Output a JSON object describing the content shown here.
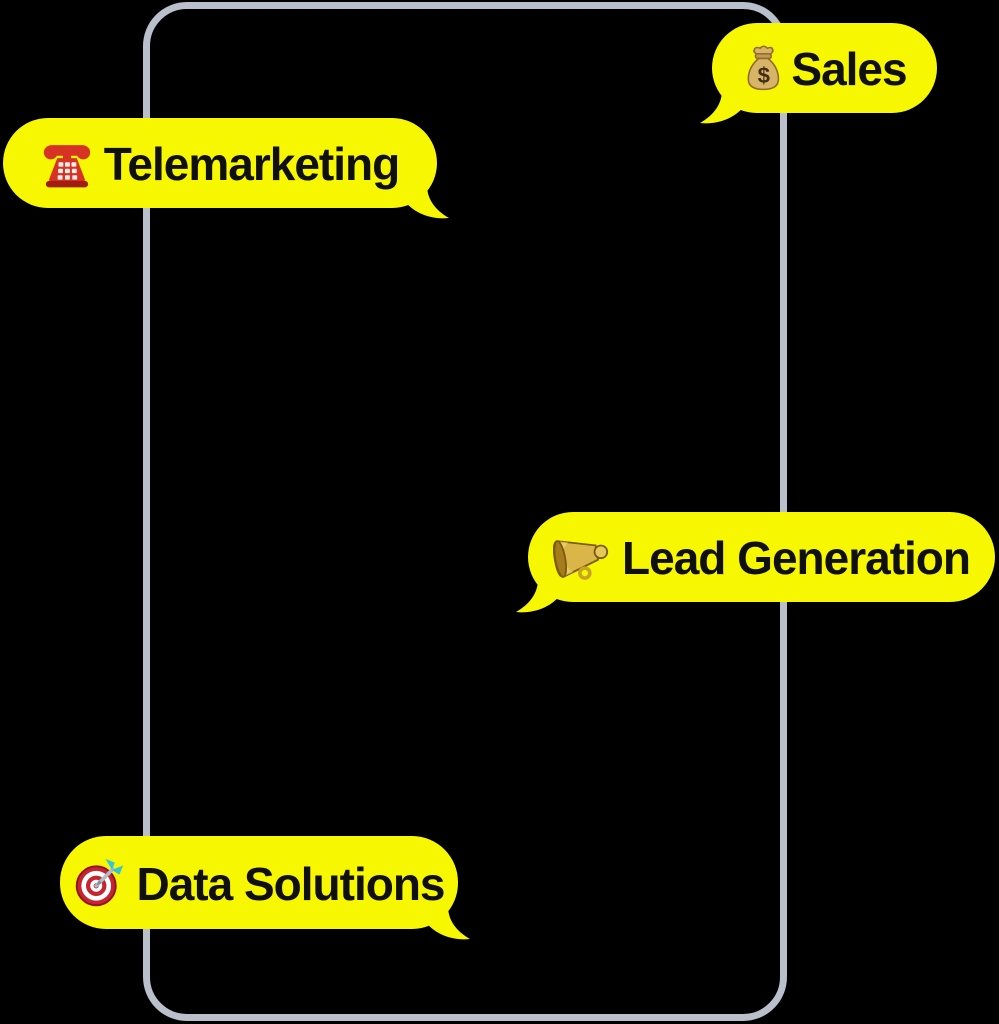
{
  "colors": {
    "bubble_fill": "#F7F702",
    "label_text": "#101010",
    "frame_border": "#B9C0CB",
    "background": "#000000"
  },
  "phone_frame": {
    "name": "phone-outline",
    "screen_content": ""
  },
  "bubbles": {
    "sales": {
      "label": "Sales",
      "icon": "money-bag-icon",
      "emoji": "💰",
      "tail": "left"
    },
    "telemarketing": {
      "label": "Telemarketing",
      "icon": "telephone-icon",
      "emoji": "☎️",
      "tail": "right"
    },
    "lead_generation": {
      "label": "Lead Generation",
      "icon": "megaphone-icon",
      "emoji": "📣",
      "tail": "left"
    },
    "data_solutions": {
      "label": "Data Solutions",
      "icon": "target-icon",
      "emoji": "🎯",
      "tail": "right"
    }
  }
}
